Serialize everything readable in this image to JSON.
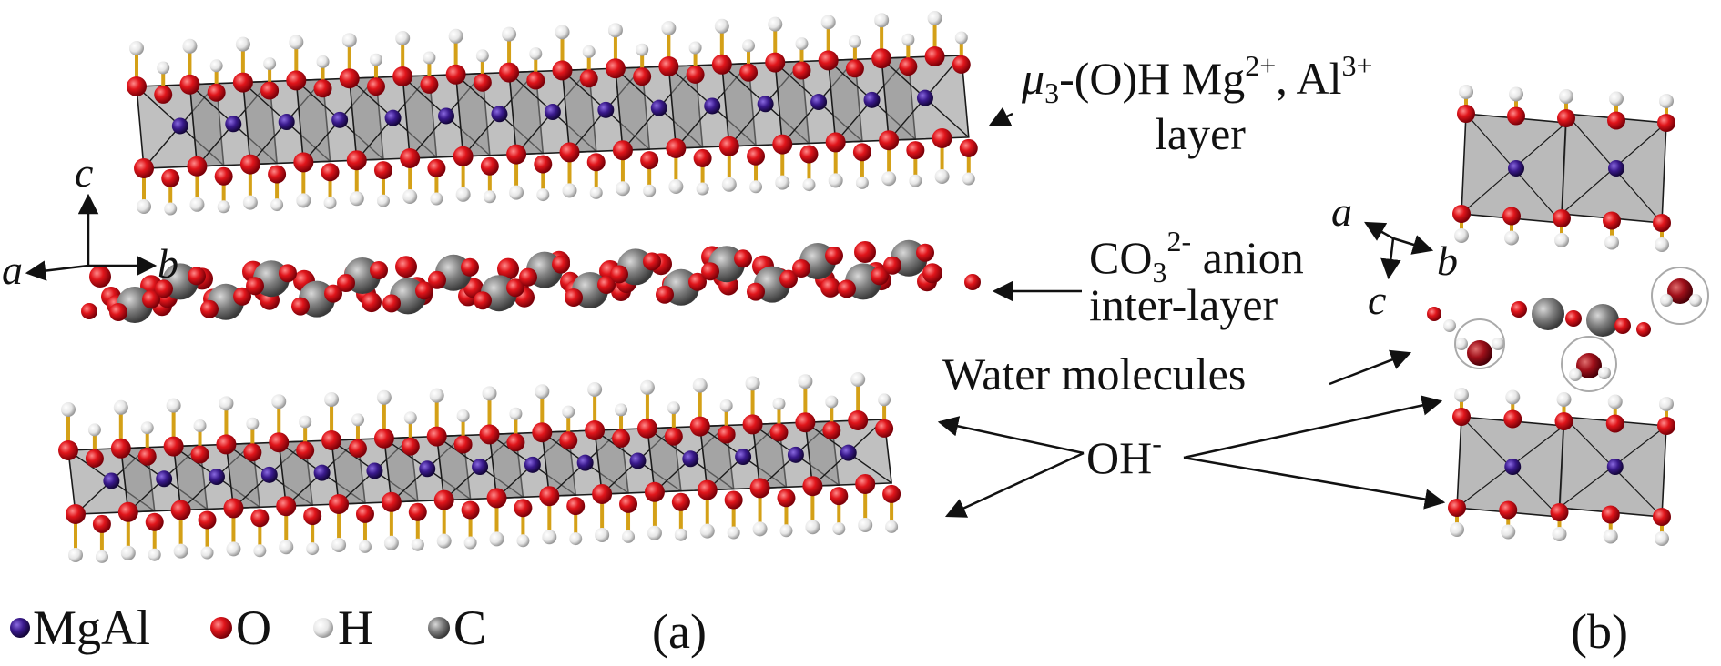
{
  "colors": {
    "oxygen": "#e0151b",
    "hydrogen": "#f2f2f2",
    "carbon": "#7a7a7a",
    "metal": "#3a1a8c",
    "octahedron": "#8c8c8c",
    "bond": "#d4a017",
    "edge": "#1a1a1a"
  },
  "labels": {
    "layer_mu": "μ",
    "layer_sub": "3",
    "layer_text": "-(O)H Mg",
    "mg_charge": "2+",
    "layer_text2": ", Al",
    "al_charge": "3+",
    "layer_line2": "layer",
    "co3_text": "CO",
    "co3_sub": "3",
    "co3_charge": "2-",
    "co3_text2": " anion",
    "co3_line2": "inter-layer",
    "water": "Water molecules",
    "oh_text": "OH",
    "oh_charge": "-"
  },
  "axes_a": {
    "a": "a",
    "b": "b",
    "c": "c"
  },
  "axes_b": {
    "a": "a",
    "b": "b",
    "c": "c"
  },
  "legend": [
    {
      "symbol": "metal",
      "label": "MgAl"
    },
    {
      "symbol": "oxygen",
      "label": "O"
    },
    {
      "symbol": "hydrogen",
      "label": "H"
    },
    {
      "symbol": "carbon",
      "label": "C"
    }
  ],
  "panels": {
    "a": "(a)",
    "b": "(b)"
  }
}
